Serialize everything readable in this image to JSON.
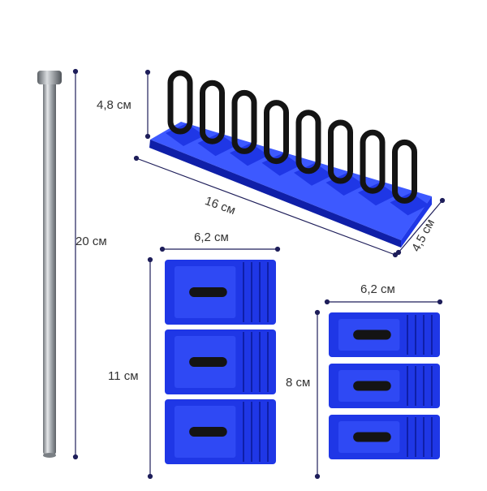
{
  "colors": {
    "blue": "#1f37e6",
    "blue_dark": "#0f1fa8",
    "blue_light": "#3d59ff",
    "black": "#141414",
    "steel": "#b9bdc2",
    "dim_line": "#1e1e5a"
  },
  "icons": [
    "steel-rod-icon",
    "tab-strip-icon",
    "glue-tab-icon"
  ],
  "dimensions": {
    "rod_length": "20 см",
    "strip_height": "4,8 см",
    "strip_length": "16 см",
    "strip_depth": "4,5 см",
    "large_tabs_width": "6,2 см",
    "large_tabs_height": "11 см",
    "small_tabs_width": "6,2 см",
    "small_tabs_height": "8 см"
  }
}
